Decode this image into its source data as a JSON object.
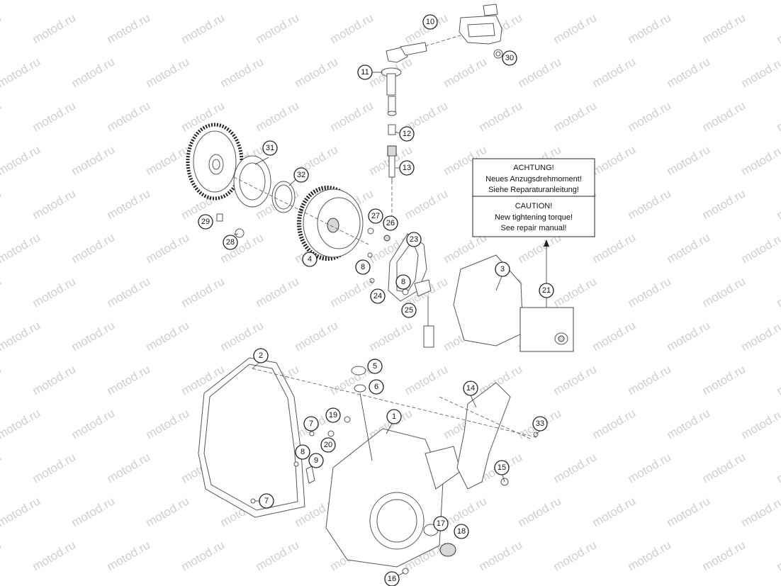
{
  "watermark": "motod.ru",
  "warning_box": {
    "lines_de": [
      "ACHTUNG!",
      "Neues Anzugsdrehmoment!",
      "Siehe Reparaturanleitung!"
    ],
    "lines_en": [
      "CAUTION!",
      "New tightening torque!",
      "See repair manual!"
    ]
  },
  "callouts": [
    {
      "id": "c10",
      "label": "10"
    },
    {
      "id": "c30",
      "label": "30"
    },
    {
      "id": "c11",
      "label": "11"
    },
    {
      "id": "c12",
      "label": "12"
    },
    {
      "id": "c13",
      "label": "13"
    },
    {
      "id": "c31",
      "label": "31"
    },
    {
      "id": "c32",
      "label": "32"
    },
    {
      "id": "c29",
      "label": "29"
    },
    {
      "id": "c28",
      "label": "28"
    },
    {
      "id": "c27",
      "label": "27"
    },
    {
      "id": "c26",
      "label": "26"
    },
    {
      "id": "c23",
      "label": "23"
    },
    {
      "id": "c4",
      "label": "4"
    },
    {
      "id": "c8a",
      "label": "8"
    },
    {
      "id": "c8b",
      "label": "8"
    },
    {
      "id": "c24",
      "label": "24"
    },
    {
      "id": "c25",
      "label": "25"
    },
    {
      "id": "c3",
      "label": "3"
    },
    {
      "id": "c21",
      "label": "21"
    },
    {
      "id": "c2",
      "label": "2"
    },
    {
      "id": "c5",
      "label": "5"
    },
    {
      "id": "c6",
      "label": "6"
    },
    {
      "id": "c14",
      "label": "14"
    },
    {
      "id": "c1",
      "label": "1"
    },
    {
      "id": "c19",
      "label": "19"
    },
    {
      "id": "c7a",
      "label": "7"
    },
    {
      "id": "c33",
      "label": "33"
    },
    {
      "id": "c20",
      "label": "20"
    },
    {
      "id": "c8c",
      "label": "8"
    },
    {
      "id": "c9",
      "label": "9"
    },
    {
      "id": "c15",
      "label": "15"
    },
    {
      "id": "c7b",
      "label": "7"
    },
    {
      "id": "c17",
      "label": "17"
    },
    {
      "id": "c18",
      "label": "18"
    },
    {
      "id": "c16",
      "label": "16"
    }
  ]
}
